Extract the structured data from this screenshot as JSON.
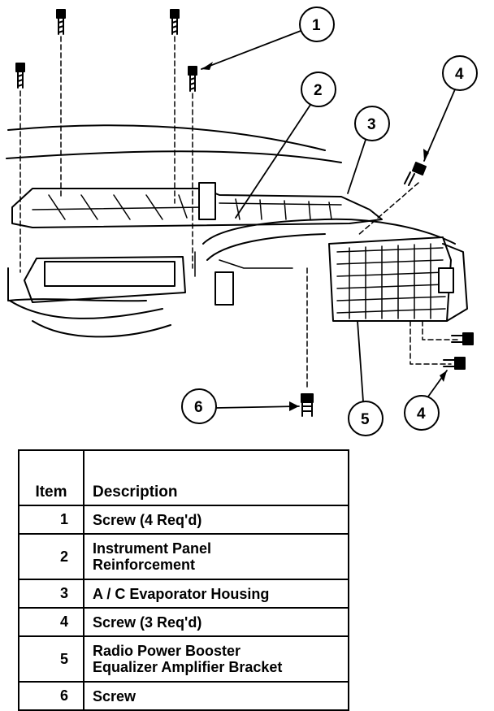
{
  "callouts": [
    "1",
    "2",
    "3",
    "4",
    "4",
    "5",
    "6"
  ],
  "table": {
    "header": {
      "item": "Item",
      "description": "Description"
    },
    "rows": [
      {
        "item": "1",
        "description": [
          "Screw (4 Req'd)"
        ]
      },
      {
        "item": "2",
        "description": [
          "Instrument Panel",
          "Reinforcement"
        ]
      },
      {
        "item": "3",
        "description": [
          "A / C Evaporator Housing"
        ]
      },
      {
        "item": "4",
        "description": [
          "Screw (3 Req'd)"
        ]
      },
      {
        "item": "5",
        "description": [
          "Radio Power Booster",
          "Equalizer Amplifier Bracket"
        ]
      },
      {
        "item": "6",
        "description": [
          "Screw"
        ]
      }
    ]
  }
}
